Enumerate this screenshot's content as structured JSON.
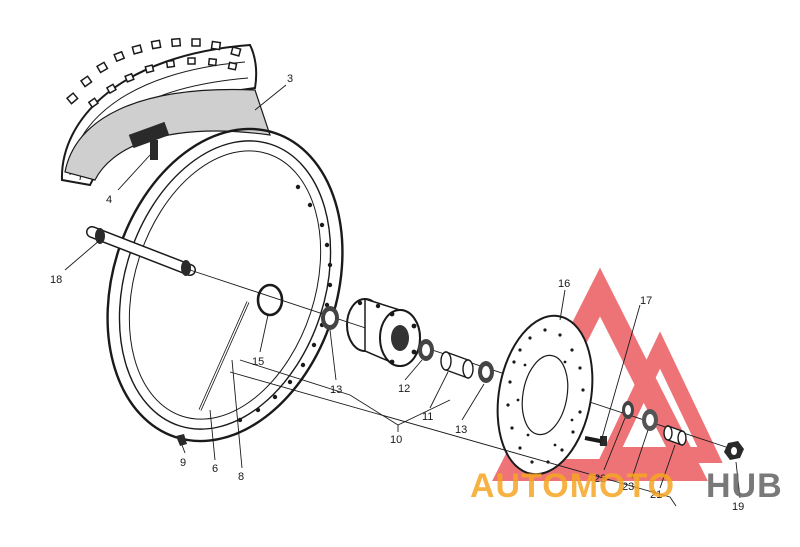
{
  "callouts": [
    {
      "id": "c3",
      "text": "3"
    },
    {
      "id": "c4",
      "text": "4"
    },
    {
      "id": "c18",
      "text": "18"
    },
    {
      "id": "c15",
      "text": "15"
    },
    {
      "id": "c13a",
      "text": "13"
    },
    {
      "id": "c12",
      "text": "12"
    },
    {
      "id": "c11",
      "text": "11"
    },
    {
      "id": "c13b",
      "text": "13"
    },
    {
      "id": "c10",
      "text": "10"
    },
    {
      "id": "c16",
      "text": "16"
    },
    {
      "id": "c17",
      "text": "17"
    },
    {
      "id": "c22",
      "text": "22"
    },
    {
      "id": "c23",
      "text": "23"
    },
    {
      "id": "c21",
      "text": "21"
    },
    {
      "id": "c19",
      "text": "19"
    },
    {
      "id": "c9",
      "text": "9"
    },
    {
      "id": "c6",
      "text": "6"
    },
    {
      "id": "c8",
      "text": "8"
    }
  ],
  "watermark": {
    "brand_part1": "AUTOMOTO",
    "brand_part2": "HUB",
    "color_red": "#e8454a",
    "color_orange": "#f5a623",
    "color_gray": "#6b6b6b"
  }
}
